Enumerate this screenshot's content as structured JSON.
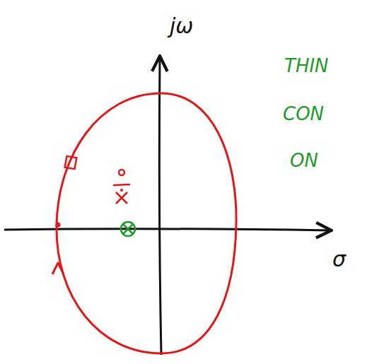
{
  "diagram": {
    "labels": [
      "jω",
      "σ",
      "THIN",
      "CON",
      "ON"
    ]
  }
}
